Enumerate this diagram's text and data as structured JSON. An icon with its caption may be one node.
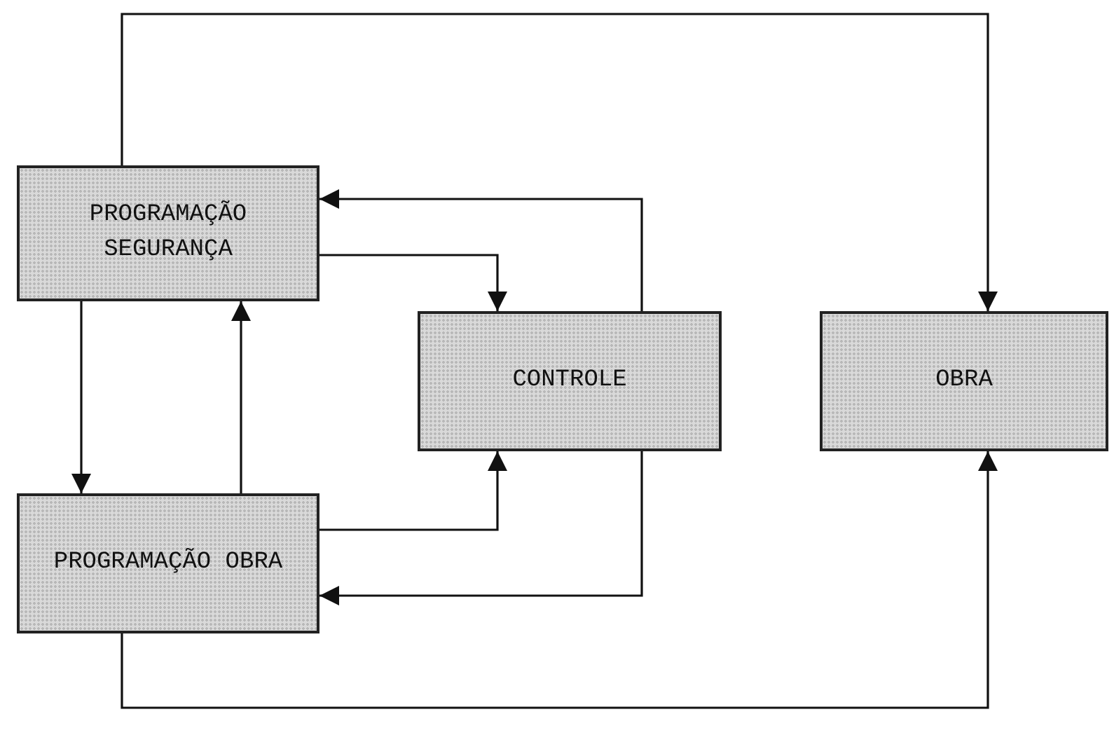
{
  "diagram": {
    "nodes": [
      {
        "text": [
          "PROGRAMAÇÃO SEGURANÇA"
        ]
      },
      {
        "text": [
          "CONTROLE"
        ]
      },
      {
        "text": [
          "OBRA"
        ]
      },
      {
        "text": [
          "PROGRAMAÇÃO OBRA"
        ]
      }
    ],
    "edges": [
      {
        "from": 0,
        "to": 2,
        "arrow": "to"
      },
      {
        "from": 1,
        "to": 0,
        "arrow": "to"
      },
      {
        "from": 0,
        "to": 1,
        "arrow": "to"
      },
      {
        "from": 0,
        "to": 3,
        "arrow": "to"
      },
      {
        "from": 3,
        "to": 0,
        "arrow": "to"
      },
      {
        "from": 3,
        "to": 1,
        "arrow": "to"
      },
      {
        "from": 1,
        "to": 3,
        "arrow": "to"
      },
      {
        "from": 3,
        "to": 2,
        "arrow": "to"
      }
    ]
  }
}
